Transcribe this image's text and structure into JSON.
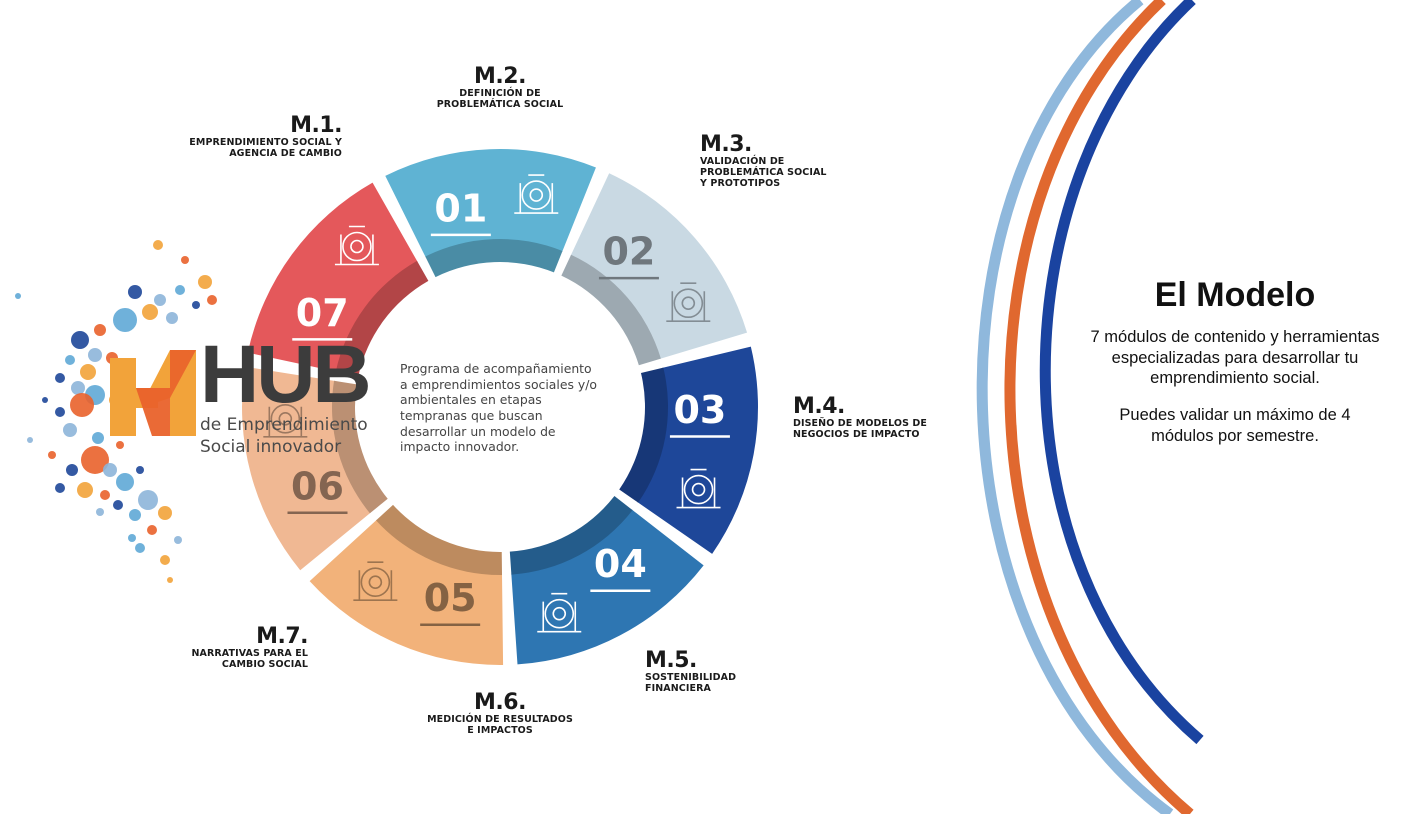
{
  "modules": [
    {
      "number": "01",
      "code": "M.1.",
      "title_lines": [
        "EMPRENDIMIENTO SOCIAL Y",
        "AGENCIA DE CAMBIO"
      ],
      "color": "#5fb3d3",
      "icon": "plant-heart-icon"
    },
    {
      "number": "02",
      "code": "M.2.",
      "title_lines": [
        "DEFINICIÓN DE",
        "PROBLEMÁTICA SOCIAL"
      ],
      "color": "#c9d9e3",
      "icon": "eye-chart-icon"
    },
    {
      "number": "03",
      "code": "M.3.",
      "title_lines": [
        "VALIDACIÓN DE",
        "PROBLEMÁTICA SOCIAL",
        "Y PROTOTIPOS"
      ],
      "color": "#1e4799",
      "icon": "lab-flask-icon"
    },
    {
      "number": "04",
      "code": "M.4.",
      "title_lines": [
        "DISEÑO DE MODELOS DE",
        "NEGOCIOS DE IMPACTO"
      ],
      "color": "#2e76b2",
      "icon": "shop-icon"
    },
    {
      "number": "05",
      "code": "M.5.",
      "title_lines": [
        "SOSTENIBILIDAD",
        "FINANCIERA"
      ],
      "color": "#f2b27a",
      "icon": "cash-register-icon"
    },
    {
      "number": "06",
      "code": "M.6.",
      "title_lines": [
        "MEDICIÓN DE RESULTADOS",
        "E IMPACTOS"
      ],
      "color": "#f0b893",
      "icon": "lightbulb-icon"
    },
    {
      "number": "07",
      "code": "M.7.",
      "title_lines": [
        "NARRATIVAS PARA EL",
        "CAMBIO SOCIAL"
      ],
      "color": "#e4585b",
      "icon": "social-media-icon"
    }
  ],
  "center_text": "Programa de acompañamiento a emprendimientos sociales y/o ambientales en etapas tempranas que buscan desarrollar un modelo de impacto innovador.",
  "hub": {
    "name": "HUB",
    "subtitle_lines": [
      "de Emprendimiento",
      "Social innovador"
    ],
    "accent_colors": [
      "#f2a33a",
      "#e9622b",
      "#1e4799",
      "#8db5d9"
    ]
  },
  "side": {
    "title": "El Modelo",
    "para1": "7 módulos de contenido y herramientas especializadas para desarrollar tu emprendimiento social.",
    "para2": "Puedes validar un máximo de 4 módulos por semestre."
  },
  "arc_colors": [
    "#8fb8dc",
    "#e0682f",
    "#1a43a0"
  ]
}
